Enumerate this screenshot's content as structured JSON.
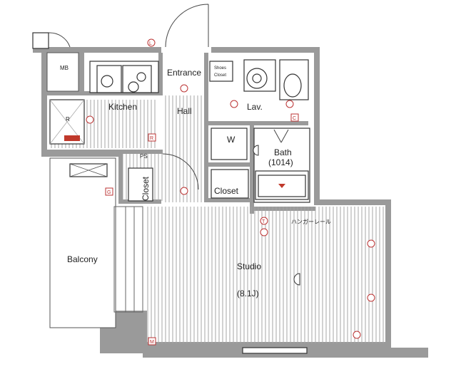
{
  "rooms": {
    "mb": "MB",
    "kitchen": "Kitchen",
    "entrance": "Entrance",
    "shoes_closet_1": "Shoes",
    "shoes_closet_2": "Closet",
    "hall": "Hall",
    "lav": "Lav.",
    "w": "W",
    "bath": "Bath",
    "bath_size": "(1014)",
    "ps": "PS",
    "closet_vertical": "Closet",
    "closet": "Closet",
    "balcony": "Balcony",
    "studio": "Studio",
    "studio_size": "(8.1J)",
    "r_label": "R",
    "hanger_rail": "ハンガーレール"
  },
  "markers": {
    "l_top": "L",
    "c": "C",
    "r": "R",
    "g": "G",
    "m": "M",
    "t": "T"
  },
  "colors": {
    "wall": "#9a9a9a",
    "stripe": "#9c9c9c",
    "marker": "#b33333"
  }
}
